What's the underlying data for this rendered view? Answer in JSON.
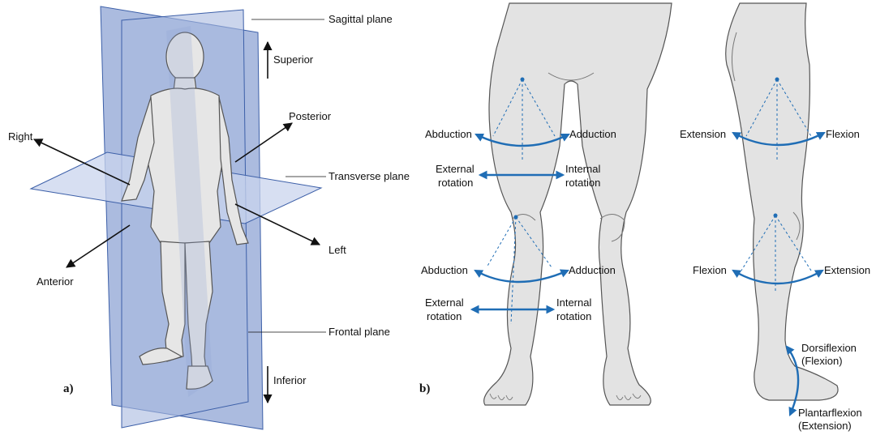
{
  "colors": {
    "plane_fill": "#8FA4D4",
    "plane_stroke": "#3C5FA8",
    "body_fill": "#E3E3E3",
    "body_stroke": "#555555",
    "motion_blue": "#1F6DB5",
    "text": "#111111"
  },
  "panel_a": {
    "label": "a)",
    "planes": {
      "sagittal": "Sagittal plane",
      "transverse": "Transverse plane",
      "frontal": "Frontal plane"
    },
    "directions": {
      "superior": "Superior",
      "inferior": "Inferior",
      "right": "Right",
      "left": "Left",
      "anterior": "Anterior",
      "posterior": "Posterior"
    }
  },
  "panel_b": {
    "label": "b)",
    "front_view": {
      "hip": {
        "abduction": "Abduction",
        "adduction": "Adduction",
        "external_line1": "External",
        "external_line2": "rotation",
        "internal_line1": "Internal",
        "internal_line2": "rotation"
      },
      "knee": {
        "abduction": "Abduction",
        "adduction": "Adduction",
        "external_line1": "External",
        "external_line2": "rotation",
        "internal_line1": "Internal",
        "internal_line2": "rotation"
      }
    },
    "side_view": {
      "hip": {
        "extension": "Extension",
        "flexion": "Flexion"
      },
      "knee": {
        "flexion": "Flexion",
        "extension": "Extension"
      },
      "ankle": {
        "dorsi_line1": "Dorsiflexion",
        "dorsi_line2": "(Flexion)",
        "plantar_line1": "Plantarflexion",
        "plantar_line2": "(Extension)"
      }
    }
  }
}
